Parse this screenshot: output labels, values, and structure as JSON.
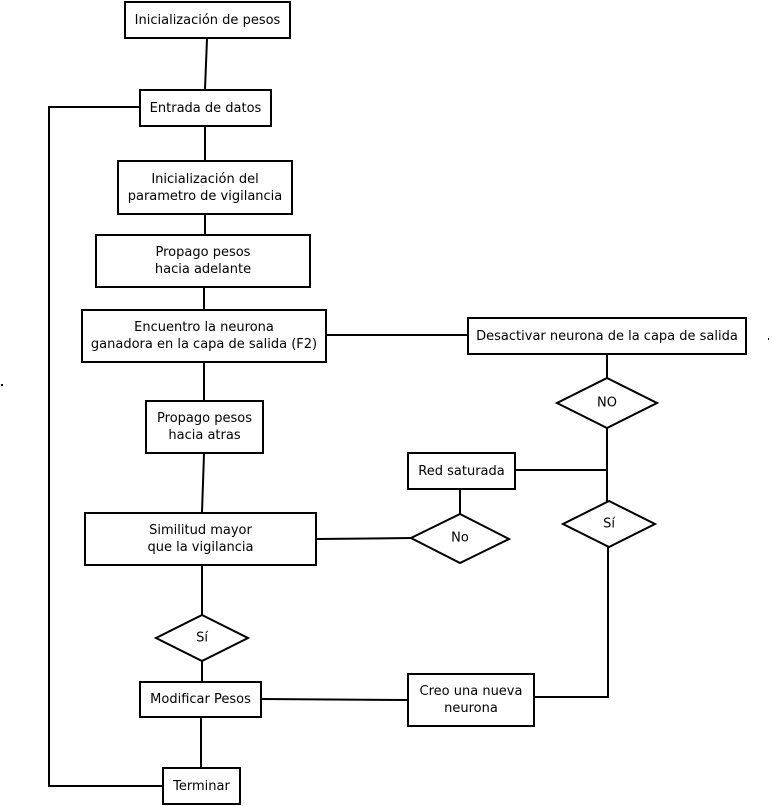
{
  "nodes": {
    "init_weights": "Inicialización de pesos",
    "data_input": "Entrada de datos",
    "init_vigilance": "Inicialización del\nparametro de vigilancia",
    "propagate_forward": "Propago pesos\nhacia adelante",
    "find_winner": "Encuentro la neurona\nganadora en la capa de salida (F2)",
    "deactivate_neuron": "Desactivar neurona de la capa de salida",
    "propagate_backward": "Propago pesos\nhacia atras",
    "saturated_network": "Red saturada",
    "similarity_check": "Similitud mayor\nque la vigilancia",
    "modify_weights": "Modificar Pesos",
    "create_neuron": "Creo una nueva\nneurona",
    "terminate": "Terminar"
  },
  "decisions": {
    "no_upper": "NO",
    "si_right": "Sí",
    "no_similarity": "No",
    "si_lower": "Sí"
  },
  "colors": {
    "stroke": "#000000",
    "fill": "#ffffff"
  }
}
